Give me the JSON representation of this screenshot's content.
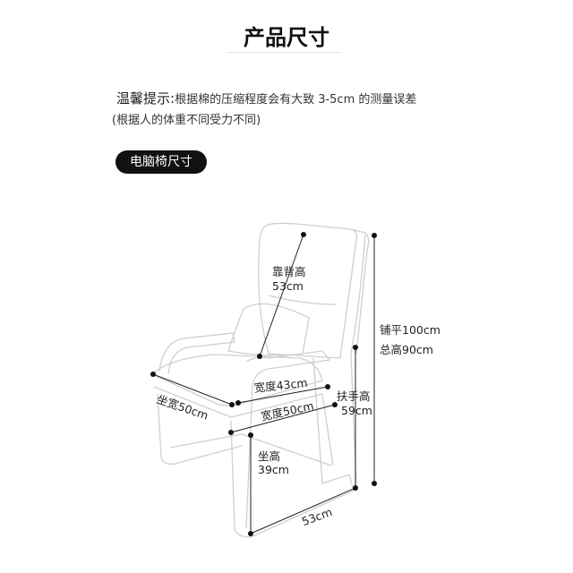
{
  "header": {
    "title": "产品尺寸"
  },
  "tip": {
    "label": "温馨提示:",
    "text": "根据棉的压缩程度会有大致 3-5cm 的测量误差",
    "note": "(根据人的体重不同受力不同)"
  },
  "section": {
    "badge": "电脑椅尺寸"
  },
  "dimensions": {
    "backrest_label": "靠背高",
    "backrest_value": "53cm",
    "flat_height": "铺平100cm",
    "total_height": "总高90cm",
    "armrest_label": "扶手高",
    "armrest_value": "59cm",
    "seat_width": "坐宽50cm",
    "width_43": "宽度43cm",
    "width_50": "宽度50cm",
    "seat_height_label": "坐高",
    "seat_height_value": "39cm",
    "depth": "53cm"
  }
}
